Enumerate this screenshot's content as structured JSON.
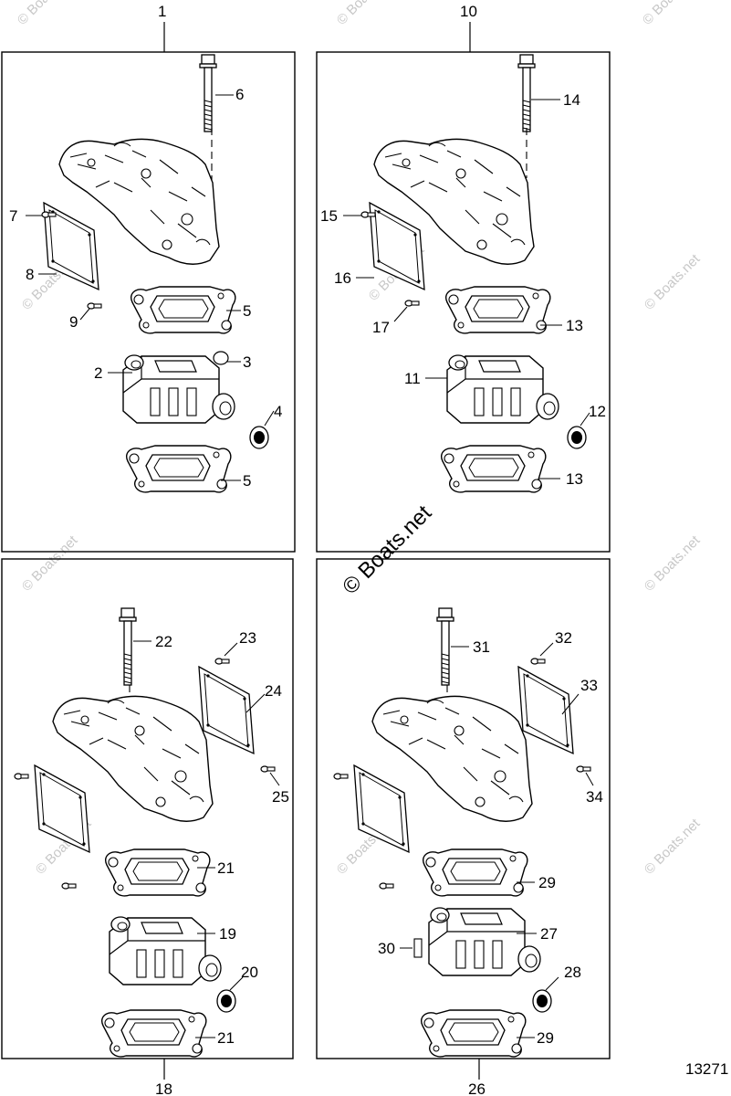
{
  "watermark": {
    "text": "© Boats.net",
    "center_text": "© Boats.net"
  },
  "figure_id": "13271",
  "panels": [
    {
      "label": "1",
      "callouts": [
        "6",
        "7",
        "8",
        "9",
        "5",
        "2",
        "3",
        "4",
        "5"
      ]
    },
    {
      "label": "10",
      "callouts": [
        "14",
        "15",
        "16",
        "17",
        "13",
        "11",
        "12",
        "13"
      ]
    },
    {
      "label": "18",
      "callouts": [
        "22",
        "23",
        "24",
        "25",
        "21",
        "19",
        "20",
        "21"
      ]
    },
    {
      "label": "26",
      "callouts": [
        "31",
        "32",
        "33",
        "34",
        "29",
        "27",
        "30",
        "28",
        "29"
      ]
    }
  ],
  "colors": {
    "line": "#000000",
    "watermark": "#c8c8c8",
    "background": "#ffffff"
  }
}
